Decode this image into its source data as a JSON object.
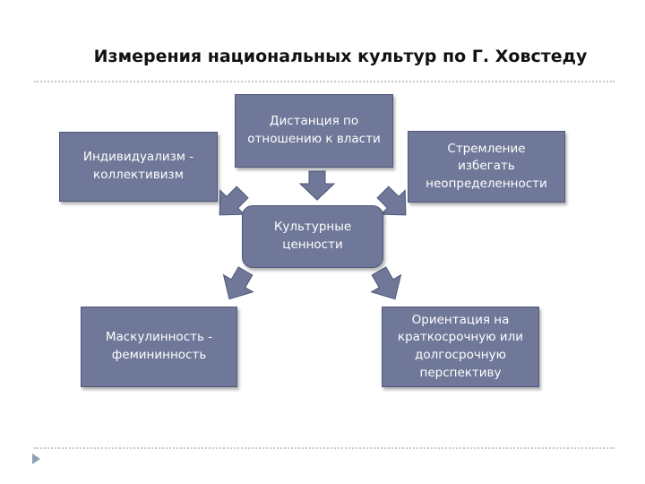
{
  "title": "Измерения национальных культур по Г. Ховстеду",
  "colors": {
    "box_fill": "#6f7898",
    "box_border": "#4f5778",
    "arrow_fill": "#6f7898",
    "text": "#ffffff"
  },
  "diagram": {
    "center": "Культурные\nценности",
    "nodes": [
      {
        "id": "power-distance",
        "label": "Дистанция по\nотношению к власти"
      },
      {
        "id": "individualism",
        "label": "Индивидуализм -\nколлективизм"
      },
      {
        "id": "uncertainty",
        "label": "Стремление\nизбегать\nнеопределенности"
      },
      {
        "id": "masculinity",
        "label": "Маскулинность -\nфемининность"
      },
      {
        "id": "orientation",
        "label": "Ориентация на\nкраткосрочную или\nдолгосрочную\nперспективу"
      }
    ],
    "edges": [
      {
        "from": "power-distance",
        "to": "center"
      },
      {
        "from": "individualism",
        "to": "center"
      },
      {
        "from": "uncertainty",
        "to": "center"
      },
      {
        "from": "center",
        "to": "masculinity"
      },
      {
        "from": "center",
        "to": "orientation"
      }
    ]
  }
}
